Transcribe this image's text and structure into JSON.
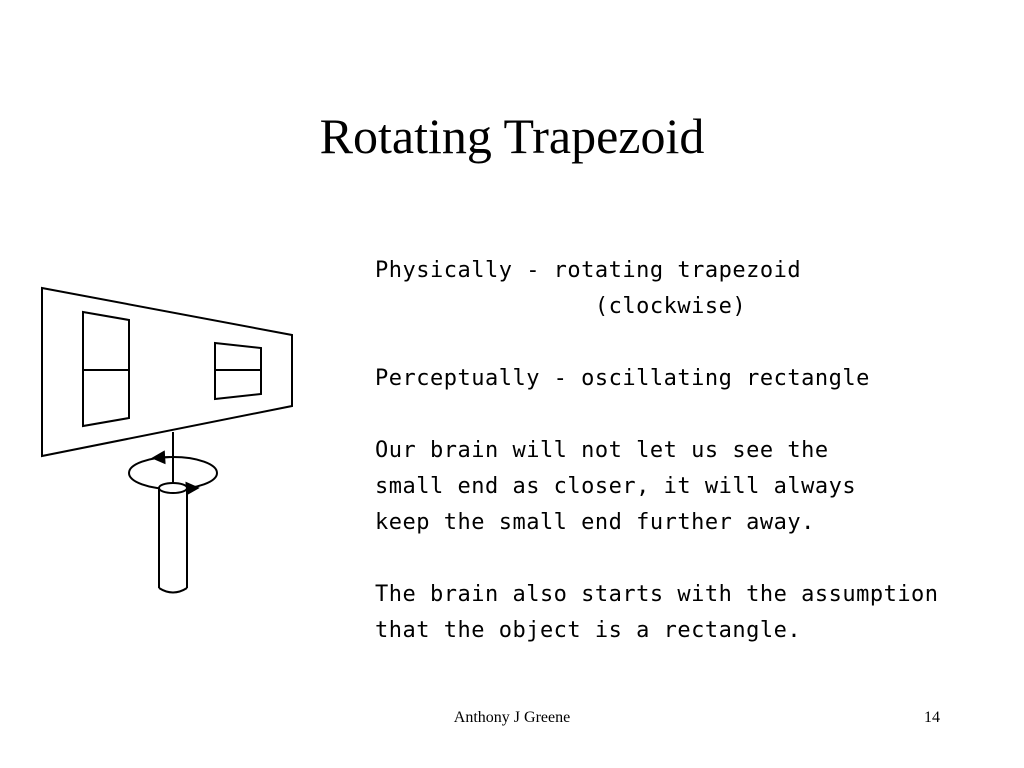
{
  "slide": {
    "title": "Rotating Trapezoid",
    "body_lines": [
      "Physically - rotating trapezoid",
      "                (clockwise)",
      "",
      "Perceptually - oscillating rectangle",
      "",
      "Our brain will not let us see the",
      "small end as closer, it will always",
      "keep the small end further away.",
      "",
      "The brain also starts with the assumption",
      "that the object is a rectangle."
    ],
    "footer": {
      "author": "Anthony J Greene",
      "page_number": "14"
    }
  }
}
